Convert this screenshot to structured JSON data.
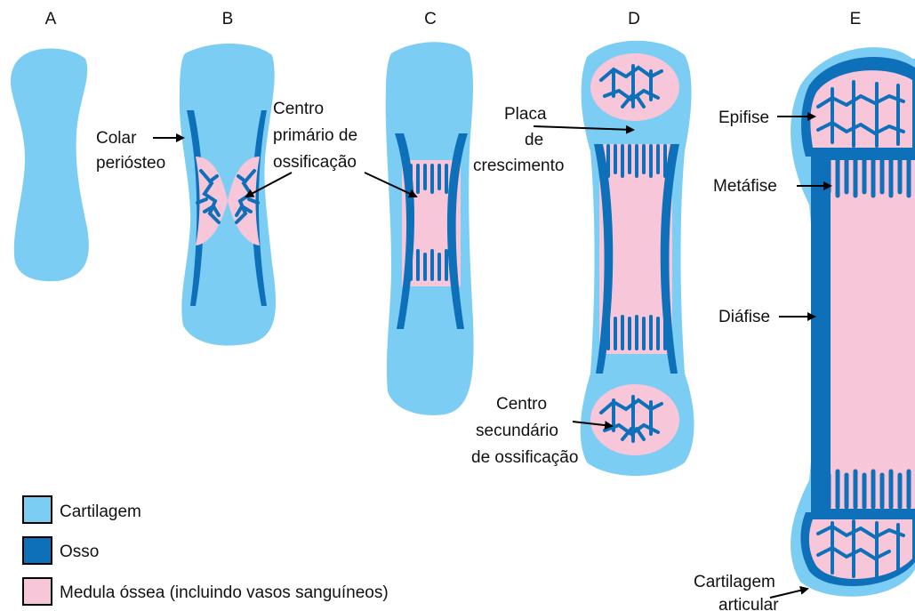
{
  "stages": [
    "A",
    "B",
    "C",
    "D",
    "E"
  ],
  "labels": {
    "colar": [
      "Colar",
      "periósteo"
    ],
    "centro_primario": [
      "Centro",
      "primário de",
      "ossificação"
    ],
    "placa": [
      "Placa",
      "de",
      "crescimento"
    ],
    "centro_secundario": [
      "Centro",
      "secundário",
      "de ossificação"
    ],
    "epifise": "Epifise",
    "metafise": "Metáfise",
    "diafise": "Diáfise",
    "cartilagem_articular": [
      "Cartilagem",
      "articular"
    ]
  },
  "legend": [
    {
      "label": "Cartilagem",
      "color": "#7ccdf4"
    },
    {
      "label": "Osso",
      "color": "#0d70b9"
    },
    {
      "label": "Medula óssea (incluindo vasos sanguíneos)",
      "color": "#f7c6d9"
    }
  ],
  "colors": {
    "cartilage": "#7ccdf4",
    "bone": "#0d70b9",
    "marrow": "#f7c6d9"
  }
}
